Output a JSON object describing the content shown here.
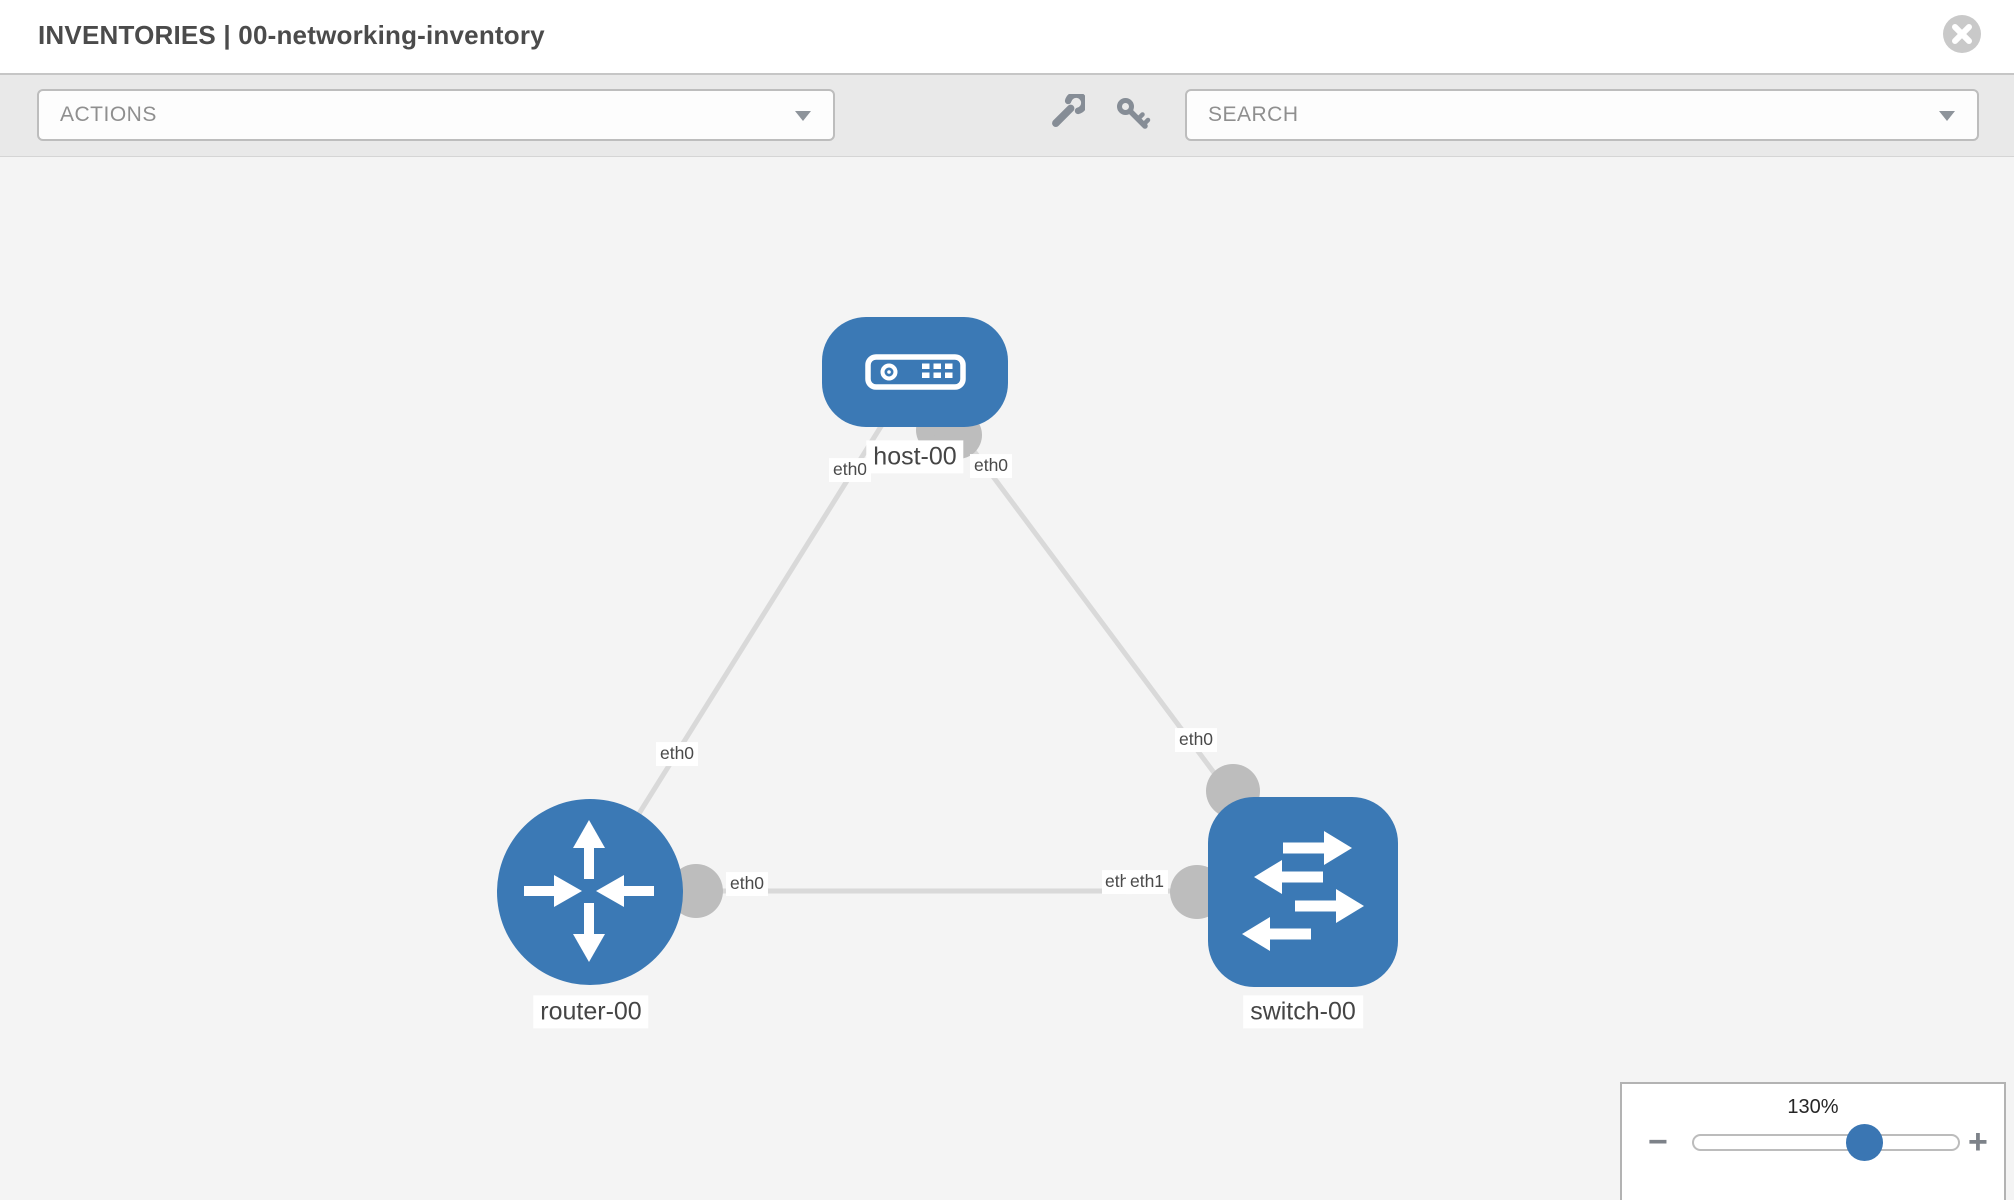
{
  "header": {
    "title": "INVENTORIES | 00-networking-inventory"
  },
  "toolbar": {
    "actions_label": "ACTIONS",
    "search_placeholder": "SEARCH",
    "icons": [
      "wrench-icon",
      "key-icon"
    ]
  },
  "diagram": {
    "nodes": [
      {
        "id": "host-00",
        "type": "host",
        "label": "host-00",
        "shape": "rounded-rect"
      },
      {
        "id": "router-00",
        "type": "router",
        "label": "router-00",
        "shape": "circle"
      },
      {
        "id": "switch-00",
        "type": "switch",
        "label": "switch-00",
        "shape": "rounded-square"
      }
    ],
    "links": [
      {
        "source": "host-00",
        "source_interface": "eth0",
        "target": "router-00",
        "target_interface": "eth0"
      },
      {
        "source": "host-00",
        "source_interface": "eth0",
        "target": "switch-00",
        "target_interface": "eth0"
      },
      {
        "source": "router-00",
        "source_interface": "eth0",
        "target": "switch-00",
        "target_interface": "eth1"
      }
    ],
    "labels": {
      "host": "host-00",
      "router": "router-00",
      "switch": "switch-00",
      "host_router_at_host": "eth0",
      "host_router_at_router": "eth0",
      "host_switch_at_host": "eth0",
      "host_switch_at_switch": "eth0",
      "router_switch_at_router": "eth0",
      "router_switch_at_switch": "eth1",
      "router_switch_at_switch_overlapped": "eth0"
    },
    "colors": {
      "node_blue": "#3b79b5",
      "link_gray": "#d9d9d9",
      "endpoint_gray": "#bdbdbd",
      "label_text": "#4a4a4a"
    }
  },
  "zoom_control": {
    "level": "130%",
    "minus_label": "−",
    "plus_label": "+"
  }
}
